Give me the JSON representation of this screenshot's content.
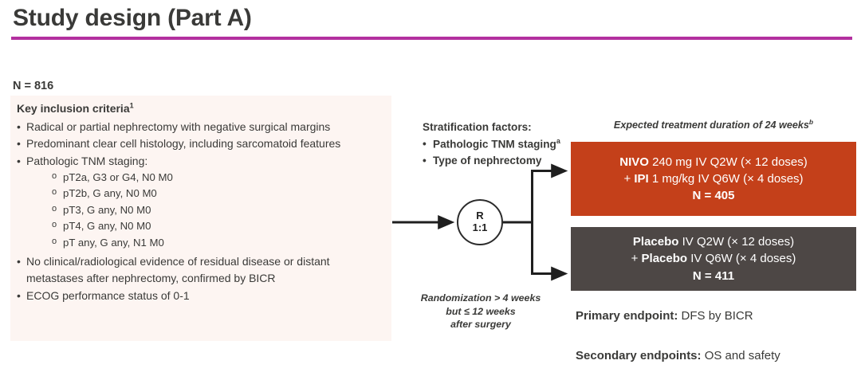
{
  "slide": {
    "title": "Study design (Part A)",
    "rule_color": "#b3309f",
    "n_total": "N = 816"
  },
  "criteria": {
    "heading": "Key inclusion criteria",
    "heading_sup": "1",
    "panel_bg": "#fdf5f2",
    "bullets": [
      "Radical or partial nephrectomy with negative surgical margins",
      "Predominant clear cell histology, including sarcomatoid features",
      "Pathologic TNM staging:"
    ],
    "sub_bullets": [
      "pT2a, G3 or G4, N0 M0",
      "pT2b, G any, N0 M0",
      "pT3, G any, N0 M0",
      "pT4, G any, N0 M0",
      "pT any, G any, N1 M0"
    ],
    "bullets_tail": [
      "No clinical/radiological evidence of residual disease or distant metastases after nephrectomy, confirmed by BICR",
      "ECOG performance status of 0-1"
    ],
    "bullet_mark": "•",
    "sub_mark": "o"
  },
  "stratification": {
    "heading": "Stratification factors:",
    "items": [
      {
        "label": "Pathologic TNM staging",
        "sup": "a"
      },
      {
        "label": "Type of nephrectomy",
        "sup": ""
      }
    ],
    "bullet_mark": "•"
  },
  "randomization": {
    "label": "R",
    "ratio": "1:1",
    "note_line1": "Randomization > 4 weeks",
    "note_line2": "but ≤ 12 weeks",
    "note_line3": "after surgery"
  },
  "treatment": {
    "expected_duration": "Expected treatment duration of 24 weeks",
    "expected_duration_sup": "b",
    "arms": [
      {
        "name": "nivo-ipi",
        "color": "#c4401a",
        "line1_bold": "NIVO",
        "line1_rest": " 240 mg IV Q2W (× 12 doses)",
        "line2_prefix": "+ ",
        "line2_bold": "IPI",
        "line2_rest": " 1 mg/kg IV Q6W (× 4 doses)",
        "line3": "N = 405"
      },
      {
        "name": "placebo",
        "color": "#4d4745",
        "line1_bold": "Placebo",
        "line1_rest": " IV Q2W (× 12 doses)",
        "line2_prefix": "+ ",
        "line2_bold": "Placebo",
        "line2_rest": " IV Q6W (× 4 doses)",
        "line3": "N = 411"
      }
    ]
  },
  "endpoints": {
    "primary_label": "Primary endpoint:",
    "primary_value": " DFS by BICR",
    "secondary_label": "Secondary endpoints:",
    "secondary_value": " OS and safety"
  }
}
